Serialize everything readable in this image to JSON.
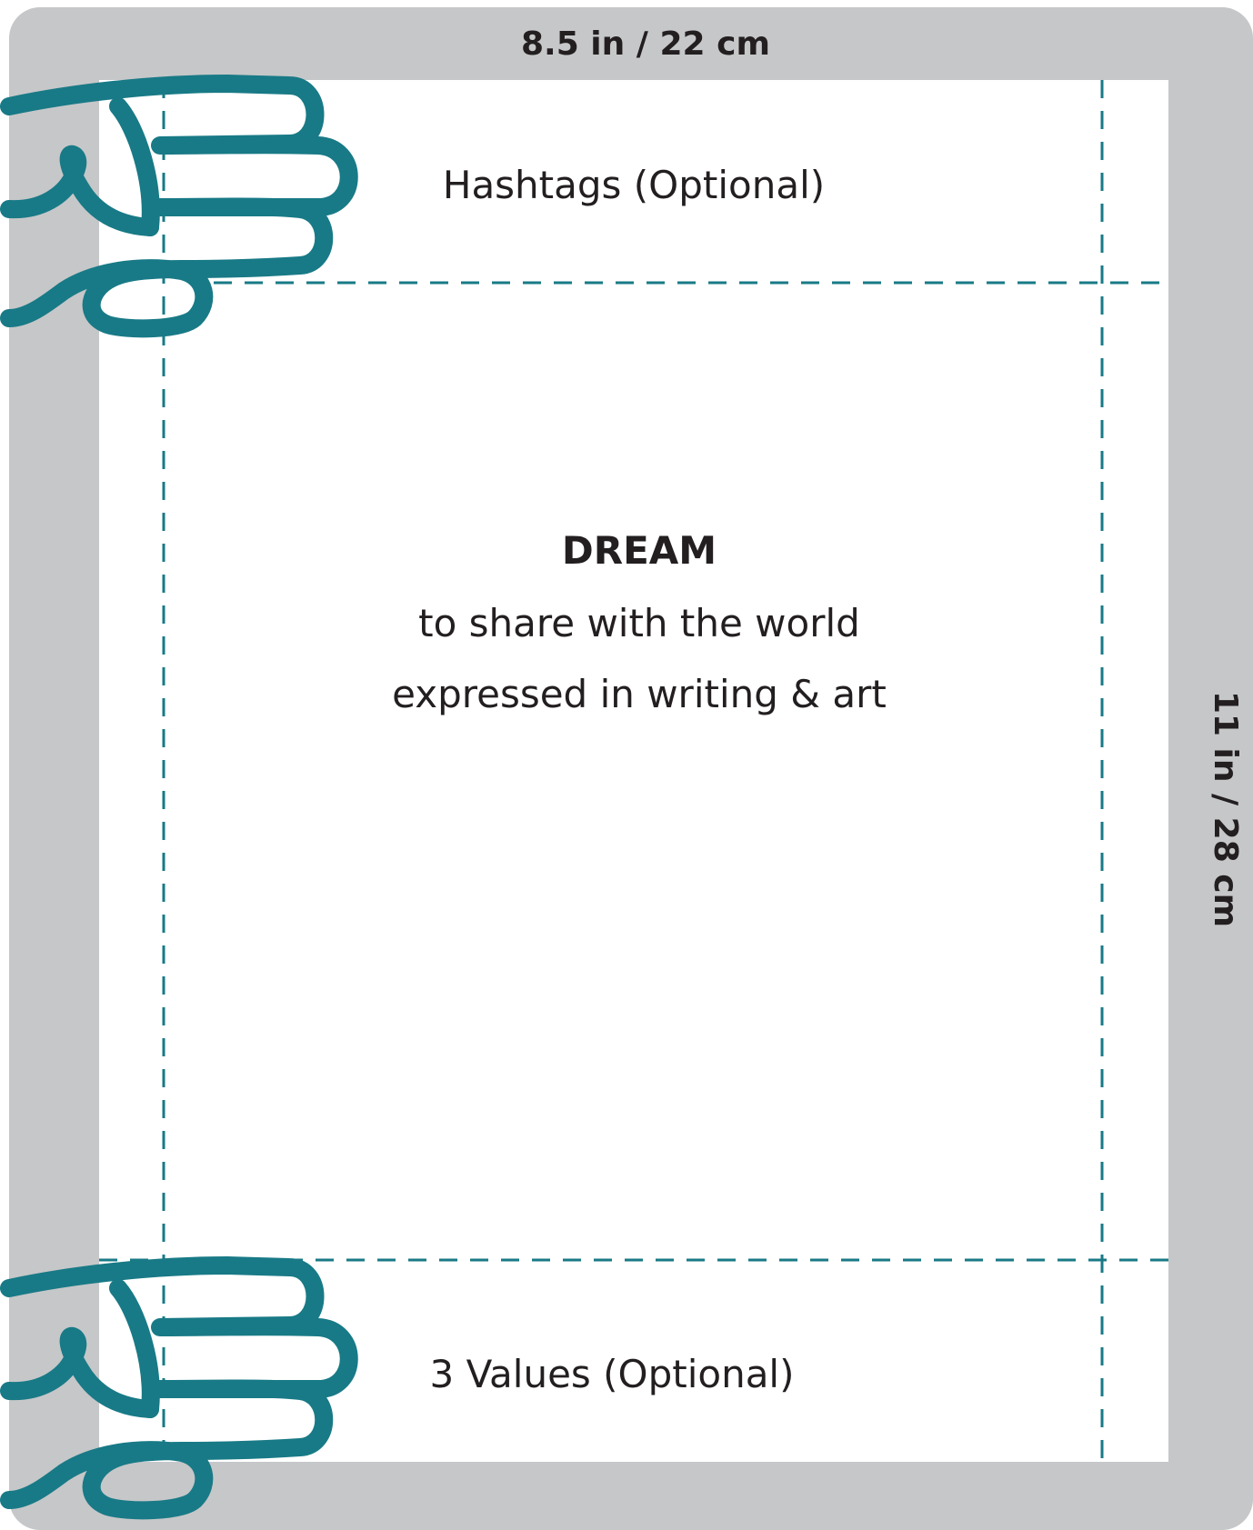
{
  "dimensions": {
    "width_label": "8.5 in / 22 cm",
    "height_label": "11 in / 28 cm"
  },
  "sections": {
    "top_label": "Hashtags (Optional)",
    "main_title": "DREAM",
    "main_line_1": "to share with the world",
    "main_line_2": "expressed in writing & art",
    "bottom_label": "3 Values (Optional)"
  },
  "colors": {
    "frame_gray": "#c6c7c9",
    "guide_teal": "#187a86",
    "text": "#231f20",
    "paper": "#ffffff"
  },
  "icons": [
    "hand-icon",
    "hand-icon"
  ]
}
